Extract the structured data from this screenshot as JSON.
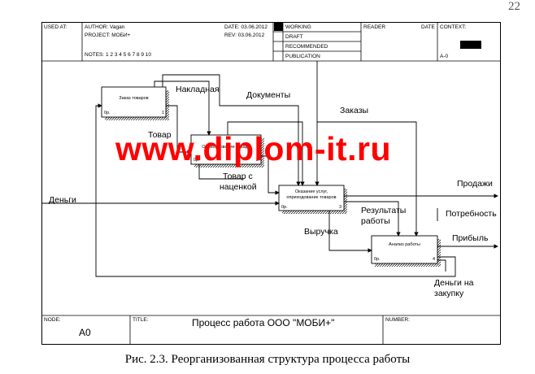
{
  "page_number": "22",
  "header": {
    "used_at": "USED AT:",
    "author": "AUTHOR:  Vagan",
    "project": "PROJECT:  МОБИ+",
    "notes": "NOTES:  1  2  3  4  5  6  7  8  9  10",
    "date": "DATE:  03.06.2012",
    "rev": "REV:   03.06.2012",
    "status": [
      "WORKING",
      "DRAFT",
      "RECOMMENDED",
      "PUBLICATION"
    ],
    "reader": "READER",
    "date2": "DATE",
    "context": "CONTEXT:",
    "node_id": "A-0"
  },
  "boxes": [
    {
      "title": "Заказ товаров",
      "cost": "0р.",
      "num": "1"
    },
    {
      "title": "Оприходование товара",
      "cost": "0р.",
      "num": "2"
    },
    {
      "title": "Оказание услуг, оприходование товаров",
      "cost": "0р.",
      "num": "3"
    },
    {
      "title": "Анализ работы",
      "cost": "0р.",
      "num": "4"
    }
  ],
  "arrows": {
    "nakladnaya": "Накладная",
    "dokumenty": "Документы",
    "zakazy": "Заказы",
    "tovar": "Товар",
    "tovar_s_nacenkoy_1": "Товар с",
    "tovar_s_nacenkoy_2": "наценкой",
    "dengi": "Деньги",
    "prodazhi": "Продажи",
    "rezultaty_1": "Результаты",
    "rezultaty_2": "работы",
    "potrebnost": "Потребность",
    "vyruchka": "Выручка",
    "pribyl": "Прибыль",
    "dengi_na_1": "Деньги на",
    "dengi_na_2": "закупку"
  },
  "watermark": "www.diplom-it.ru",
  "footer": {
    "node_label": "NODE:",
    "node_value": "A0",
    "title_label": "TITLE:",
    "title_value": "Процесс работа ООО \"МОБИ+\"",
    "number_label": "NUMBER:"
  },
  "caption": "Рис. 2.3. Реорганизованная структура процесса работы"
}
